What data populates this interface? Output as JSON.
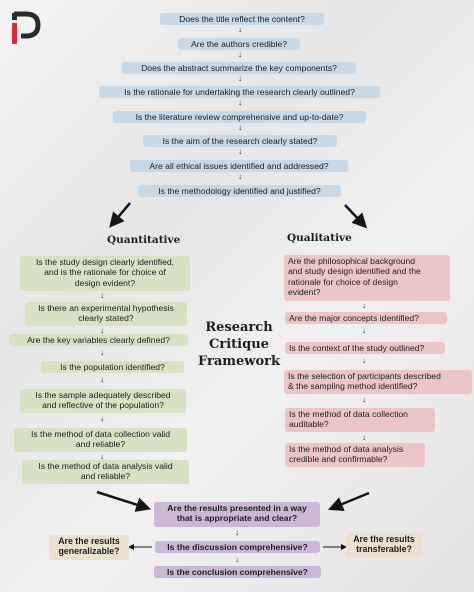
{
  "top_questions": [
    "Does the title reflect the content?",
    "Are the authors credible?",
    "Does the abstract summarize the key components?",
    "Is the rationale for undertaking the research clearly outlined?",
    "Is the literature review comprehensive and up-to-date?",
    "Is the aim of the research clearly stated?",
    "Are all ethical issues identified and addressed?",
    "Is the methodology identified and justified?"
  ],
  "quantitative": {
    "heading": "Quantitative",
    "questions": [
      "Is the study design clearly identified,\nand is the rationale for choice of\ndesign evident?",
      "Is there an experimental hypothesis\nclearly stated?",
      "Are the key variables clearly defined?",
      "Is the population identified?",
      "Is the sample adequately described\nand reflective of the population?",
      "Is the method of data collection valid\nand reliable?",
      "Is the method of data analysis valid\nand reliable?"
    ]
  },
  "qualitative": {
    "heading": "Qualitative",
    "questions": [
      "Are the philosophical background\nand study design identified and the\nrationale for choice of design\nevident?",
      "Are the major concepts identified?",
      "Is the context of the study outlined?",
      "Is the selection of participants described\n& the sampling method identified?",
      "Is the method of data collection\nauditable?",
      "Is the method of data analysis\ncredible and confirmable?"
    ]
  },
  "framework_title": "Research\nCritique\nFramework",
  "bottom": {
    "results": "Are the results presented in a way\nthat is appropriate and clear?",
    "discussion": "Is the discussion comprehensive?",
    "conclusion": "Is the conclusion comprehensive?",
    "generalizable": "Are the results\ngeneralizable?",
    "transferable": "Are the results\ntransferable?"
  },
  "colors": {
    "logo_dark": "#2b2b2b",
    "logo_red": "#e0283a",
    "blue": "#c7d8e6",
    "green": "#d7e1c4",
    "pink": "#ecc5c7",
    "purple": "#cbb8d6",
    "beige": "#ece0cf"
  }
}
